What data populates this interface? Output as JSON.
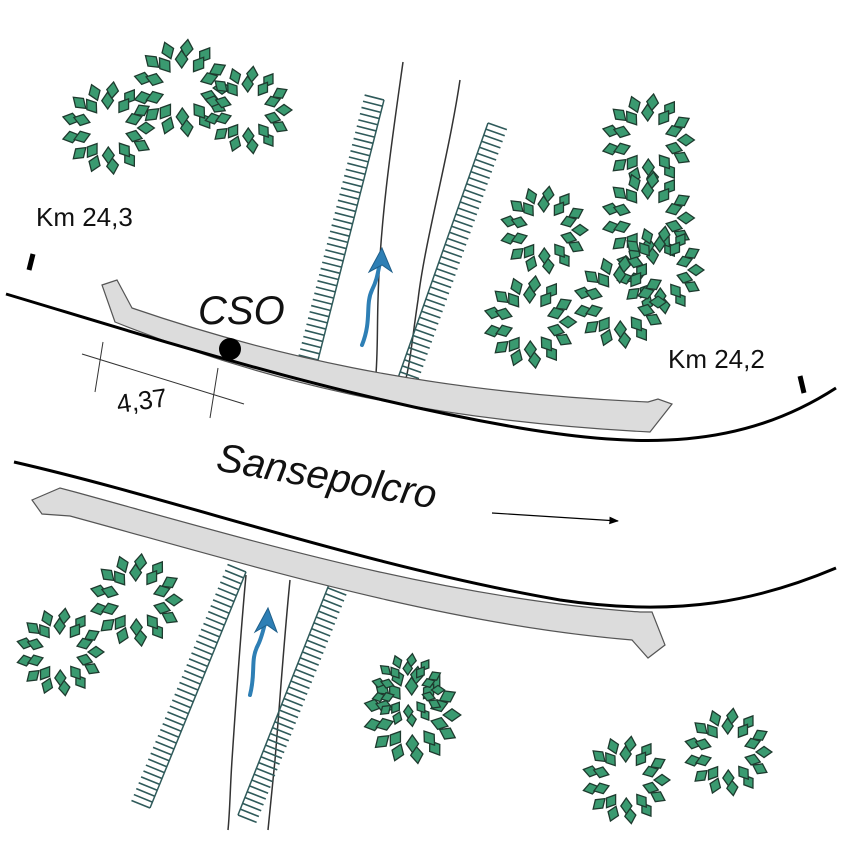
{
  "labels": {
    "km_start": "Km 24,3",
    "km_end": "Km 24,2",
    "outfall": "CSO",
    "distance": "4,37",
    "direction": "Sansepolcro"
  },
  "colors": {
    "road_line": "#000000",
    "shoulder_fill": "#dcdcdc",
    "shoulder_stroke": "#555555",
    "bank_hatch": "#2f5a5a",
    "flow_arrow": "#2e7fb5",
    "tree_fill": "#3a9a70",
    "tree_stroke": "#1e3a2e",
    "marker_fill": "#000000"
  },
  "icons": {
    "tree": "tree-icon",
    "flow": "flow-arrow-icon",
    "direction": "direction-arrow-icon",
    "outfall": "cso-marker-icon",
    "km_marker": "km-marker-icon"
  }
}
